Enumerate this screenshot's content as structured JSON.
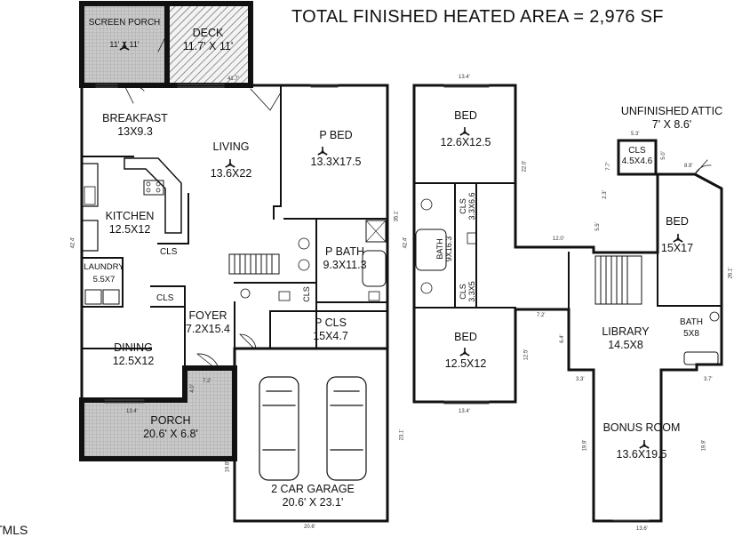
{
  "title": "TOTAL FINISHED HEATED AREA = 2,976 SF",
  "footer_mark": "TMLS",
  "rooms": {
    "screen_porch": {
      "name": "SCREEN PORCH",
      "dim": "11' X 11'"
    },
    "deck": {
      "name": "DECK",
      "dim": "11.7' X 11'"
    },
    "breakfast": {
      "name": "BREAKFAST",
      "dim": "13X9.3"
    },
    "living": {
      "name": "LIVING",
      "dim": "13.6X22"
    },
    "p_bed": {
      "name": "P BED",
      "dim": "13.3X17.5"
    },
    "kitchen": {
      "name": "KITCHEN",
      "dim": "12.5X12"
    },
    "laundry": {
      "name": "LAUNDRY",
      "dim": "5.5X7"
    },
    "cls_kitchen": {
      "name": "CLS"
    },
    "cls_foyer": {
      "name": "CLS"
    },
    "cls_bath": {
      "name": "CLS"
    },
    "p_bath": {
      "name": "P BATH",
      "dim": "9.3X11.3"
    },
    "foyer": {
      "name": "FOYER",
      "dim": "7.2X15.4"
    },
    "p_cls": {
      "name": "P CLS",
      "dim": "15X4.7"
    },
    "dining": {
      "name": "DINING",
      "dim": "12.5X12"
    },
    "porch": {
      "name": "PORCH",
      "dim": "20.6' X 6.8'"
    },
    "garage": {
      "name": "2 CAR GARAGE",
      "dim": "20.6' X 23.1'"
    },
    "bed_upper_1": {
      "name": "BED",
      "dim": "12.6X12.5"
    },
    "cls_upper_1": {
      "name": "CLS",
      "dim": "3.3X6.6"
    },
    "bath_upper": {
      "name": "BATH",
      "dim": "9X16.3"
    },
    "cls_upper_2": {
      "name": "CLS",
      "dim": "3.3X5"
    },
    "bed_upper_2": {
      "name": "BED",
      "dim": "12.5X12"
    },
    "unfinished_attic": {
      "name": "UNFINISHED ATTIC",
      "dim": "7' X 8.6'"
    },
    "cls_attic": {
      "name": "CLS",
      "dim": "4.5X4.6"
    },
    "bed_upper_3": {
      "name": "BED",
      "dim": "15X17"
    },
    "library": {
      "name": "LIBRARY",
      "dim": "14.5X8"
    },
    "bath_upper_2": {
      "name": "BATH",
      "dim": "5X8"
    },
    "bonus_room": {
      "name": "BONUS ROOM",
      "dim": "13.6X19.5"
    }
  },
  "dimension_notes": {
    "d_41_7": "41.7'",
    "d_13_4_top": "13.4'",
    "d_22_0": "22.0'",
    "d_35_1": "35.1'",
    "d_42_4_left": "42.4'",
    "d_42_4_mid": "42.4'",
    "d_12_0": "12.0'",
    "d_5_3": "5.3'",
    "d_5_0": "5.0'",
    "d_7_7": "7.7'",
    "d_8_9": "8.9'",
    "d_2_3": "2.3'",
    "d_5_5": "5.5'",
    "d_26_1": "26.1'",
    "d_7_2_up": "7.2'",
    "d_6_4": "6.4'",
    "d_12_5": "12.5'",
    "d_3_3": "3.3'",
    "d_3_7": "3.7'",
    "d_19_9_left": "19.9'",
    "d_19_9_right": "19.9'",
    "d_13_4_bottom": "13.4'",
    "d_13_6": "13.6'",
    "d_13_4_porch": "13.4'",
    "d_4_0": "4.0'",
    "d_7_2_porch": "7.2'",
    "d_23_1": "23.1'",
    "d_19_8": "19.8'",
    "d_20_6": "20.6'"
  },
  "colors": {
    "wall": "#111111",
    "hatch": "#555555",
    "grid": "#888888",
    "background": "#ffffff"
  },
  "icons": [
    "ceiling-fan-icon",
    "car-icon",
    "toilet-icon",
    "sink-icon",
    "bathtub-icon",
    "shower-icon",
    "stairs-icon",
    "door-swing-icon",
    "range-icon",
    "washer-icon"
  ]
}
